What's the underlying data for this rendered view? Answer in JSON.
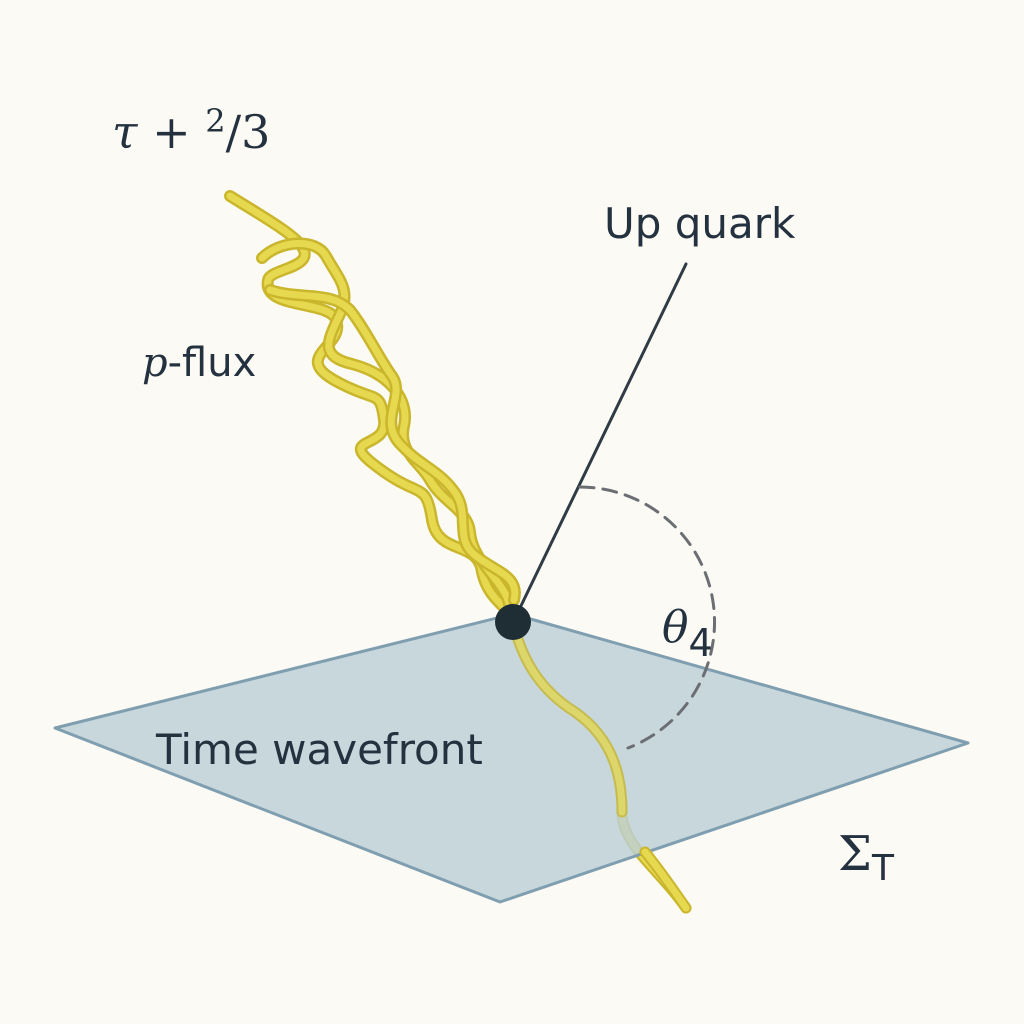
{
  "labels": {
    "charge_main": "τ + ",
    "charge_num": "2",
    "charge_slash": "/",
    "charge_den": "3",
    "flux_symbol": "𝑝",
    "flux_text": "-flux",
    "quark": "Up quark",
    "angle_symbol": "θ",
    "angle_sub": "4",
    "plane": "Time wavefront",
    "sigma": "Σ",
    "sigma_sub": "T"
  },
  "colors": {
    "background": "#fcfaf5",
    "plane_fill": "#bcd0d7",
    "plane_stroke": "#7f9fb0",
    "flux": "#e6d950",
    "flux_outline": "#c9b62c",
    "quark_line": "#2f3b45",
    "vertex": "#1f2d35",
    "arc": "#6b6f73"
  }
}
